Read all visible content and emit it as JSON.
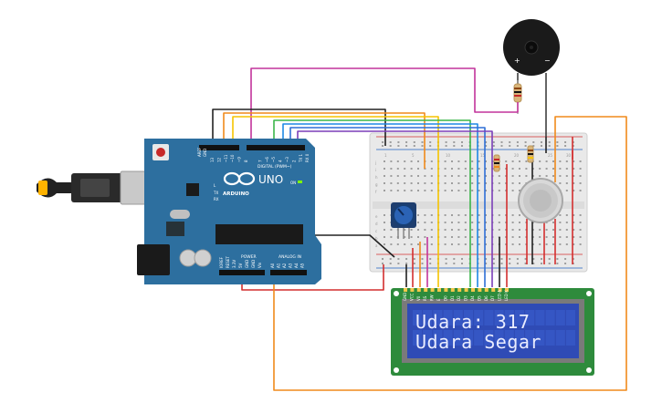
{
  "lcd": {
    "line1": "Udara: 317",
    "line2": "Udara Segar"
  },
  "arduino": {
    "brand": "ARDUINO",
    "model": "UNO",
    "digital_label": "DIGITAL (PWM~)",
    "analog_label": "ANALOG IN",
    "power_label": "POWER",
    "on_label": "ON",
    "tx_label": "TX",
    "rx_label": "RX",
    "l_label": "L",
    "aref_label": "AREF",
    "gnd_label": "GND",
    "digital_pins": [
      "13",
      "12",
      "~11",
      "~10",
      "~9",
      "8",
      "7",
      "~6",
      "~5",
      "4",
      "~3",
      "2",
      "TX 1",
      "RX 0"
    ],
    "power_pins": [
      "IOREF",
      "RESET",
      "3.3V",
      "5V",
      "GND",
      "GND",
      "Vin"
    ],
    "analog_pins": [
      "A0",
      "A1",
      "A2",
      "A3",
      "A4",
      "A5"
    ]
  },
  "buzzer": {
    "plus": "+",
    "minus": "−"
  },
  "breadboard": {
    "rows_top": [
      "j",
      "i",
      "h",
      "g",
      "f"
    ],
    "rows_bottom": [
      "e",
      "d",
      "c",
      "b",
      "a"
    ],
    "col_numbers": [
      "1",
      "5",
      "10",
      "15",
      "20",
      "25",
      "30"
    ]
  },
  "lcd_pins": [
    "GND",
    "VCC",
    "V0",
    "RS",
    "RW",
    "E",
    "D0",
    "D1",
    "D2",
    "D3",
    "D4",
    "D5",
    "D6",
    "D7",
    "LED A",
    "LED K"
  ],
  "colors": {
    "wire_orange": "#f08a1c",
    "wire_magenta": "#c2349b",
    "wire_red": "#d32f2f",
    "wire_black": "#222222",
    "wire_yellow": "#f5c400",
    "wire_green": "#3bb54a",
    "wire_blue": "#1e88e5",
    "wire_purple": "#7b3fb8",
    "arduino_blue": "#2d6f9f",
    "lcd_green": "#2e8b3c",
    "lcd_screen": "#2f4bb5"
  }
}
